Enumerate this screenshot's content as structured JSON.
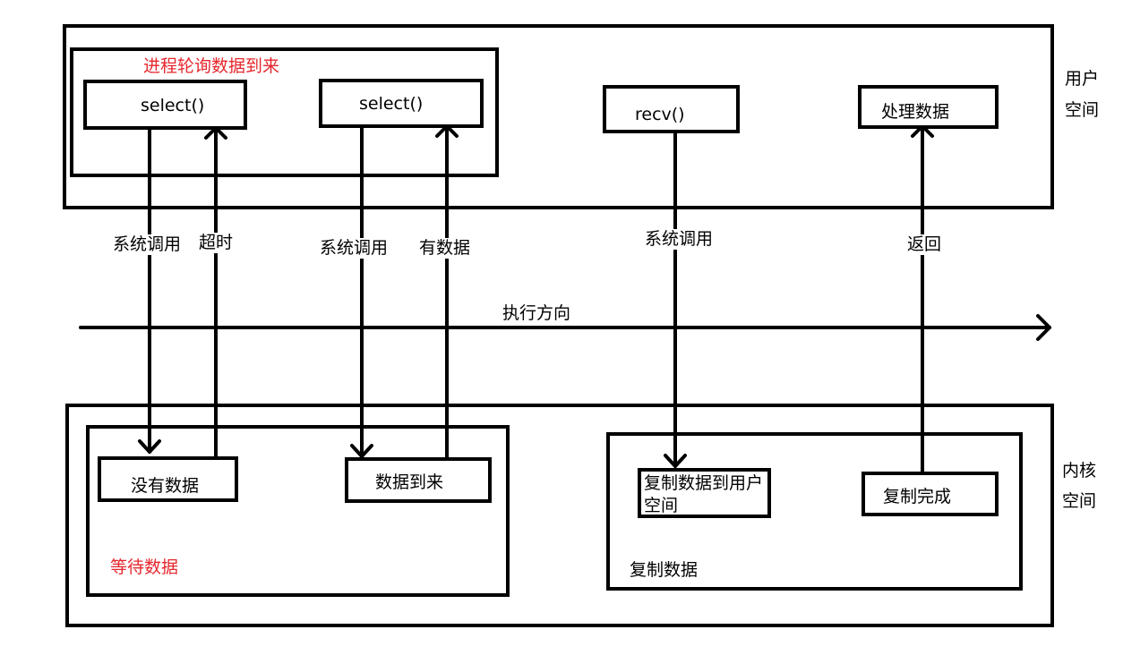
{
  "user_space": {
    "label_line1": "用户",
    "label_line2": "空间",
    "polling_group_label": "进程轮询数据到来",
    "select_1": "select()",
    "select_2": "select()",
    "recv": "recv()",
    "process_data": "处理数据"
  },
  "kernel_space": {
    "label_line1": "内核",
    "label_line2": "空间",
    "no_data": "没有数据",
    "data_arrived": "数据到来",
    "wait_data_group_label": "等待数据",
    "copy_to_user_line1": "复制数据到用户",
    "copy_to_user_line2": "空间",
    "copy_done": "复制完成",
    "copy_data_group_label": "复制数据"
  },
  "edges": {
    "syscall_1": "系统调用",
    "timeout": "超时",
    "syscall_2": "系统调用",
    "has_data": "有数据",
    "syscall_3": "系统调用",
    "return": "返回"
  },
  "timeline": {
    "label": "执行方向"
  },
  "colors": {
    "line": "#000000",
    "highlight_text": "#e5272d"
  }
}
